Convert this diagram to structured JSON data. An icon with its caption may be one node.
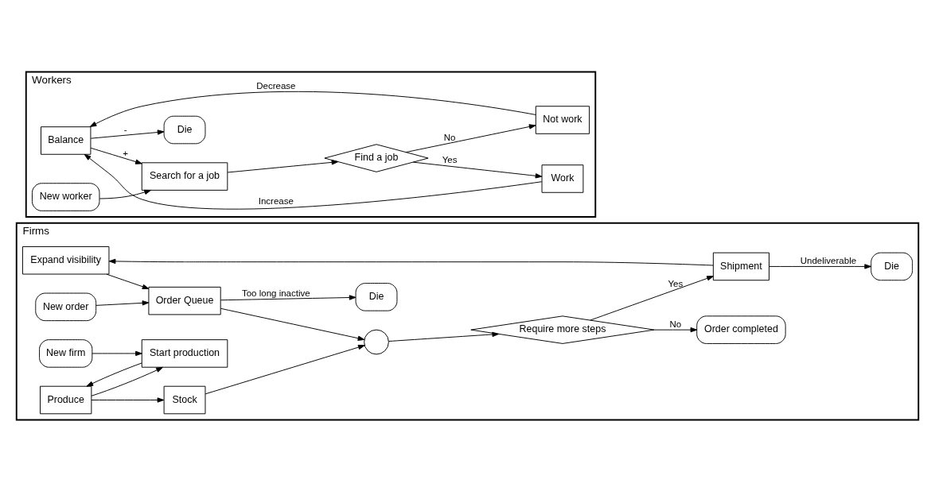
{
  "diagram": {
    "nodes": [
      {
        "text": [
          "Firms"
        ]
      },
      {
        "text": [
          "Expand visibility"
        ],
        "in": 0
      },
      {
        "text": [
          "Shipment"
        ],
        "in": 0
      },
      {
        "text": [
          "Die"
        ],
        "in": 0
      },
      {
        "text": [
          "New order"
        ],
        "in": 0
      },
      {
        "text": [
          "Order Queue"
        ],
        "in": 0
      },
      {
        "text": [],
        "shape": "circle",
        "in": 0
      },
      {
        "text": [
          "Require more steps"
        ],
        "in": 0
      },
      {
        "text": [
          "Order completed"
        ],
        "in": 0
      },
      {
        "text": [
          "Die"
        ],
        "in": 0
      },
      {
        "text": [
          "New firm"
        ],
        "in": 0
      },
      {
        "text": [
          "Start production"
        ],
        "in": 0
      },
      {
        "text": [
          "Produce"
        ],
        "in": 0
      },
      {
        "text": [
          "Stock"
        ],
        "in": 0
      },
      {
        "text": [
          "Workers"
        ]
      },
      {
        "text": [
          "Die"
        ],
        "in": 14
      },
      {
        "text": [
          "New worker"
        ],
        "in": 14
      },
      {
        "text": [
          "Search for a job"
        ],
        "in": 14
      },
      {
        "text": [
          "Find a job"
        ],
        "in": 14
      },
      {
        "text": [
          "Work"
        ],
        "in": 14
      },
      {
        "text": [
          "Balance"
        ],
        "in": 14
      },
      {
        "text": [
          "Not work"
        ],
        "in": 14
      }
    ],
    "edges": [
      {
        "from": 2,
        "to": 1,
        "arrow": "to"
      },
      {
        "from": 1,
        "to": 5,
        "arrow": "to"
      },
      {
        "from": 2,
        "to": 3,
        "arrow": "to",
        "label": "Undeliverable"
      },
      {
        "from": 4,
        "to": 5,
        "arrow": "to"
      },
      {
        "from": 5,
        "to": 6,
        "arrow": "to"
      },
      {
        "from": 6,
        "to": 7,
        "arrow": "to"
      },
      {
        "from": 7,
        "to": 2,
        "arrow": "to",
        "label": "Yes"
      },
      {
        "from": 7,
        "to": 8,
        "arrow": "to",
        "label": "No"
      },
      {
        "from": 5,
        "to": 9,
        "arrow": "to",
        "label": "Too long inactive"
      },
      {
        "from": 10,
        "to": 11,
        "arrow": "to"
      },
      {
        "from": 11,
        "to": 12,
        "arrow": "to"
      },
      {
        "from": 12,
        "to": 11,
        "arrow": "to"
      },
      {
        "from": 12,
        "to": 13,
        "arrow": "to"
      },
      {
        "from": 13,
        "to": 6,
        "arrow": "to"
      },
      {
        "from": 16,
        "to": 17,
        "arrow": "to"
      },
      {
        "from": 17,
        "to": 18,
        "arrow": "to"
      },
      {
        "from": 18,
        "to": 19,
        "arrow": "to",
        "label": "Yes"
      },
      {
        "from": 18,
        "to": 21,
        "arrow": "to",
        "label": "No"
      },
      {
        "from": 19,
        "to": 20,
        "arrow": "to",
        "label": "Increase"
      },
      {
        "from": 21,
        "to": 20,
        "arrow": "to",
        "label": "Decrease"
      },
      {
        "from": 20,
        "to": 15,
        "arrow": "to",
        "label": "-"
      },
      {
        "from": 20,
        "to": 17,
        "arrow": "to",
        "label": "+"
      }
    ]
  }
}
